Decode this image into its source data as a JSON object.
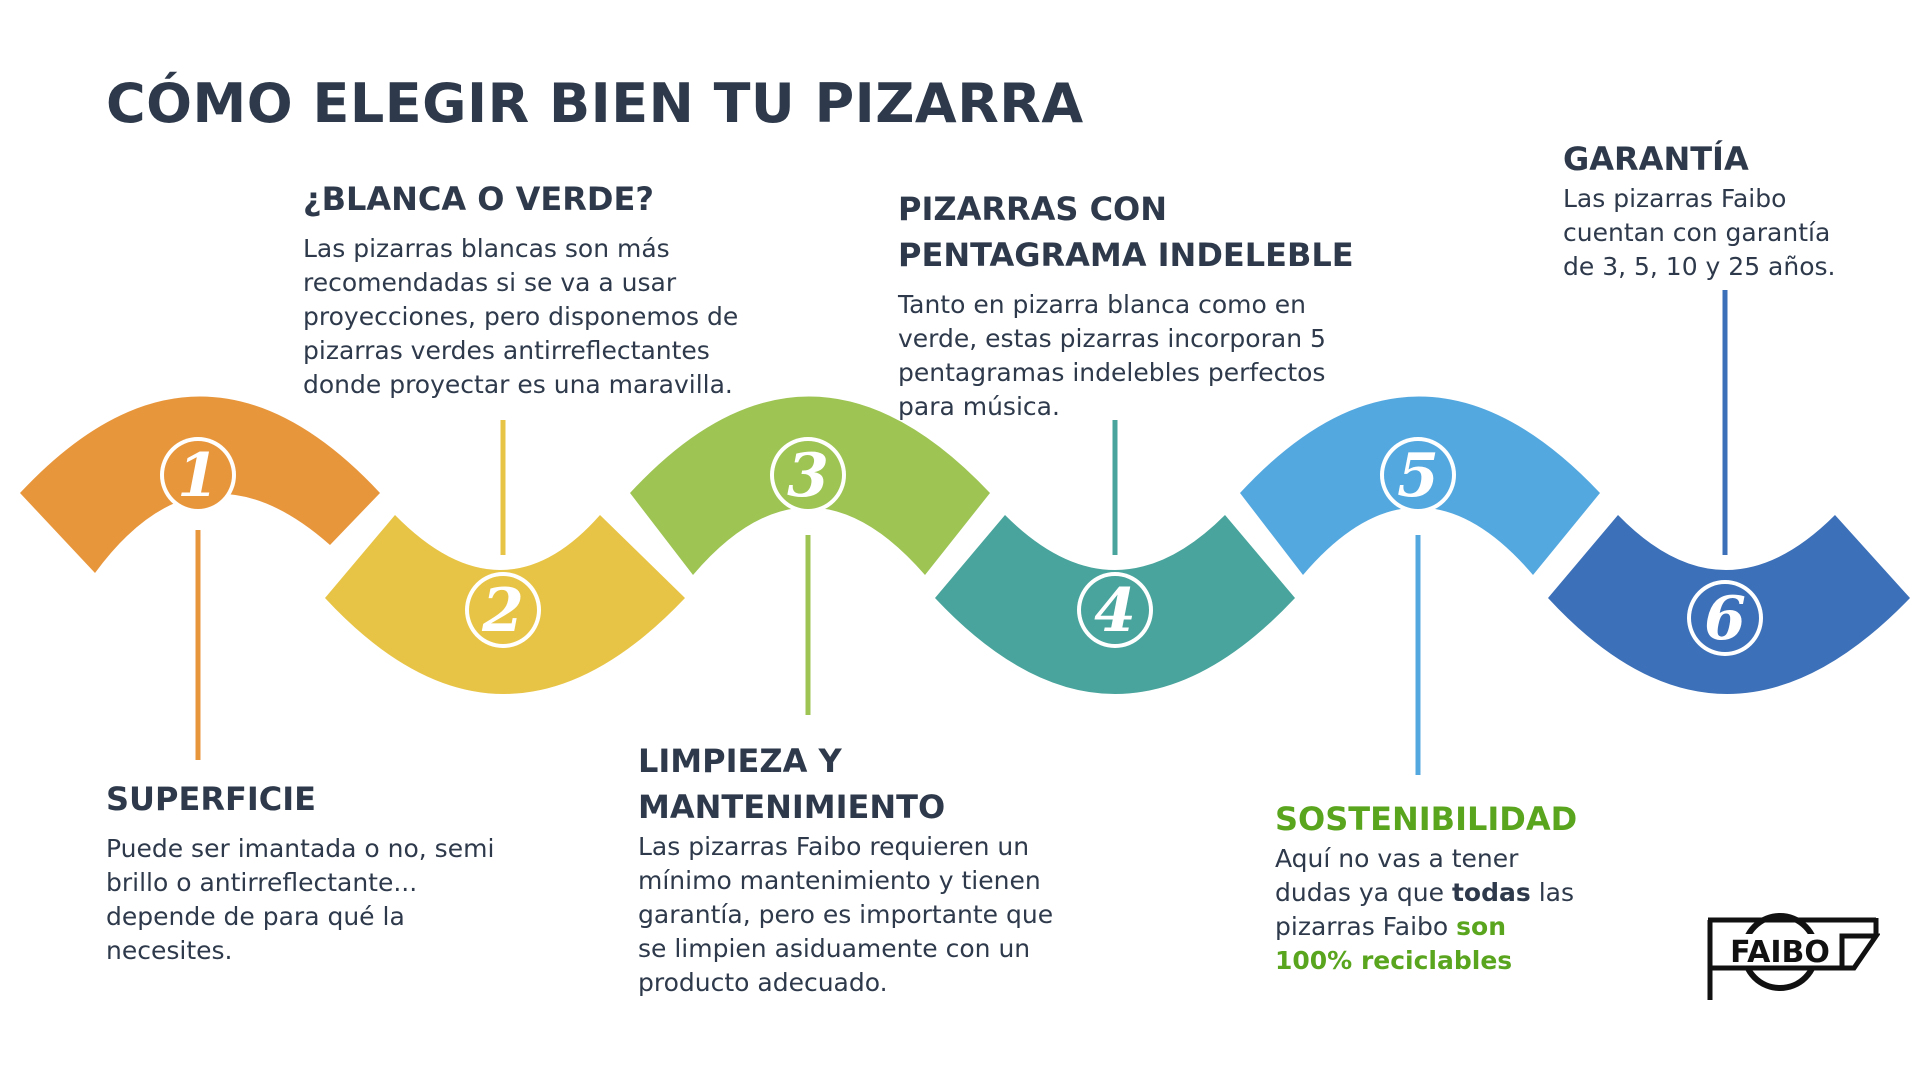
{
  "title": "CÓMO ELEGIR BIEN TU PIZARRA",
  "colors": {
    "text": "#2e3a4b",
    "accent_green_text": "#5aa51e",
    "step1": "#e8963c",
    "step2": "#e8c446",
    "step3": "#9ec454",
    "step4": "#48a49c",
    "step5": "#54a8e0",
    "step6": "#3c70b8"
  },
  "steps": [
    {
      "number": "1",
      "heading": "SUPERFICIE",
      "text": "Puede ser imantada o no, semi brillo o antirreflectante... depende de para qué la necesites.",
      "color": "#e8963c"
    },
    {
      "number": "2",
      "heading": "¿BLANCA O VERDE?",
      "text": "Las pizarras blancas son más recomendadas si se va a usar proyecciones, pero disponemos de pizarras verdes antirreflectantes donde proyectar es una maravilla.",
      "color": "#e8c446"
    },
    {
      "number": "3",
      "heading": "LIMPIEZA Y MANTENIMIENTO",
      "text": "Las pizarras Faibo requieren un mínimo mantenimiento y tienen garantía, pero es importante que se limpien asiduamente con un producto adecuado.",
      "color": "#9ec454"
    },
    {
      "number": "4",
      "heading": "PIZARRAS CON PENTAGRAMA INDELEBLE",
      "text": "Tanto en pizarra blanca como en verde, estas pizarras incorporan 5 pentagramas indelebles perfectos para música.",
      "color": "#48a49c"
    },
    {
      "number": "5",
      "heading": "SOSTENIBILIDAD",
      "text_part1": "Aquí no vas a tener dudas ya que ",
      "text_bold": "todas",
      "text_part2": " las pizarras Faibo ",
      "text_bold_green": "son 100% reciclables",
      "color": "#54a8e0"
    },
    {
      "number": "6",
      "heading": "GARANTÍA",
      "text": "Las pizarras Faibo cuentan con garantía de 3, 5, 10 y 25 años.",
      "color": "#3c70b8"
    }
  ],
  "logo": {
    "text": "FAIBO"
  }
}
